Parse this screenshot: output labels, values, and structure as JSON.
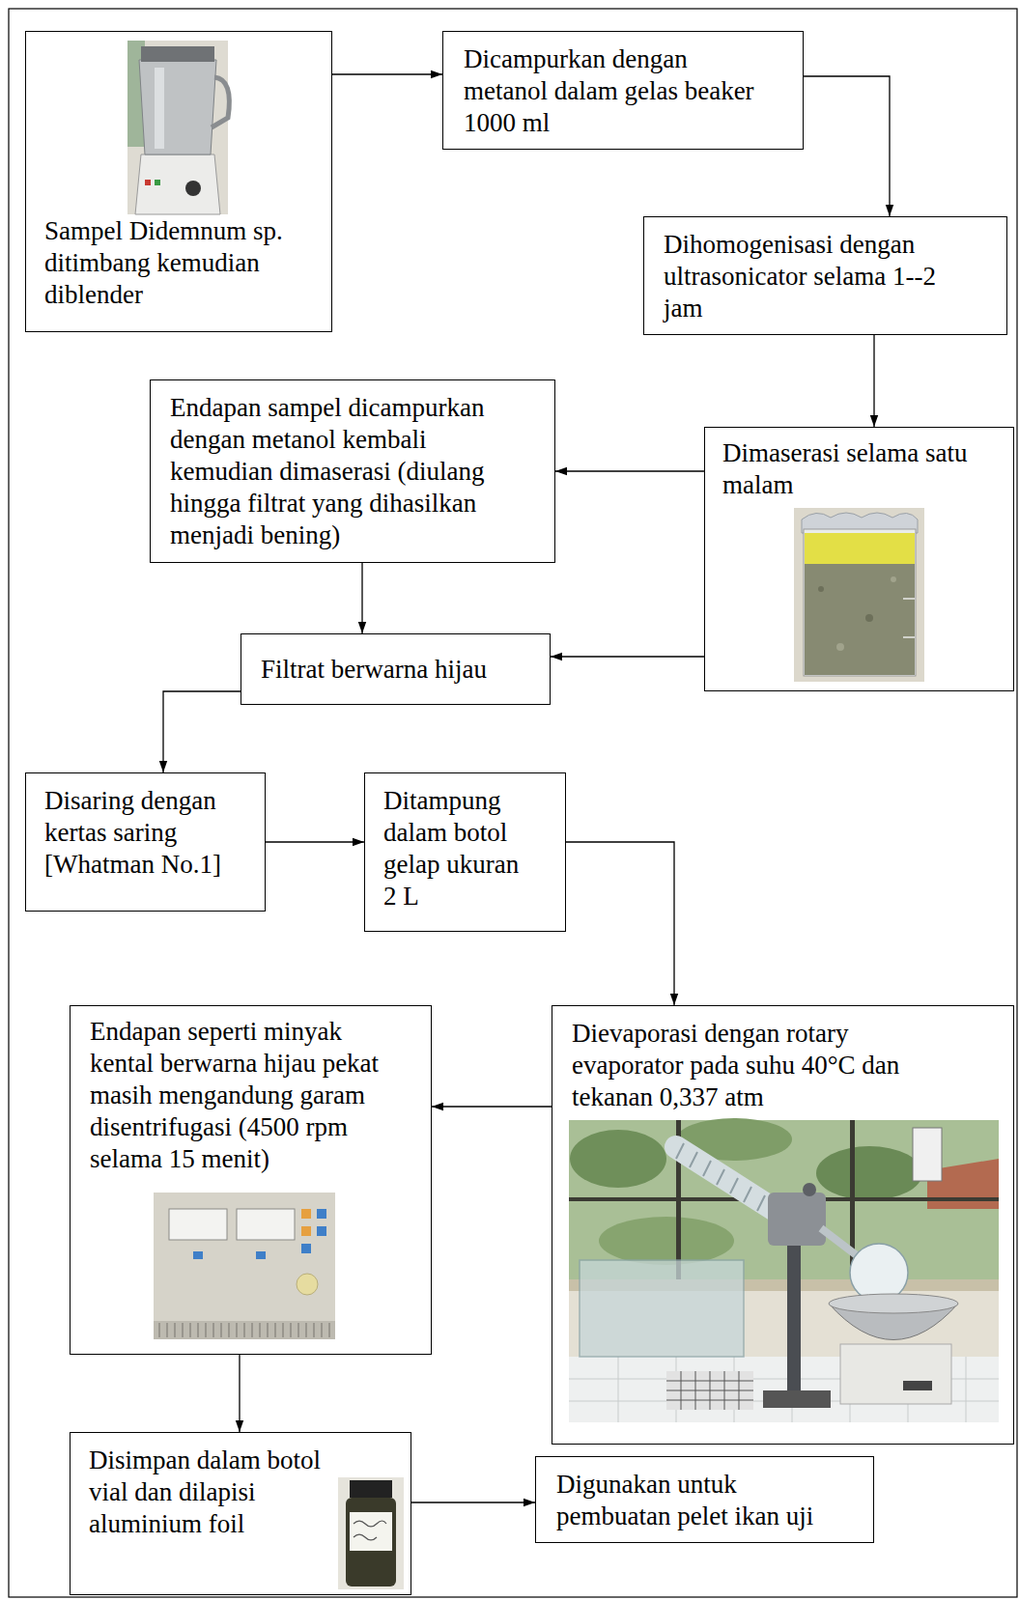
{
  "diagram": {
    "nodes": [
      {
        "text": [
          "Sampel Didemnum sp. ditimbang kemudian diblender"
        ]
      },
      {
        "text": [
          "Dicampurkan dengan metanol dalam gelas beaker 1000 ml"
        ]
      },
      {
        "text": [
          "Dihomogenisasi dengan ultrasonicator selama 1--2 jam"
        ]
      },
      {
        "text": [
          "Endapan sampel dicampurkan dengan metanol kembali kemudian dimaserasi (diulang hingga filtrat yang dihasilkan menjadi bening)"
        ]
      },
      {
        "text": [
          "Dimaserasi selama satu malam"
        ]
      },
      {
        "text": [
          "Filtrat berwarna hijau"
        ]
      },
      {
        "text": [
          "Disaring dengan kertas saring [Whatman No.1]"
        ]
      },
      {
        "text": [
          "Ditampung dalam botol gelap ukuran 2 L"
        ]
      },
      {
        "text": [
          "Endapan seperti minyak kental berwarna hijau pekat masih mengandung garam disentrifugasi (4500 rpm selama 15 menit)"
        ]
      },
      {
        "text": [
          "Dievaporasi dengan rotary evaporator pada suhu 40°C dan tekanan 0,337 atm"
        ]
      },
      {
        "text": [
          "Disimpan dalam botol vial dan dilapisi aluminium foil"
        ]
      },
      {
        "text": [
          "Digunakan untuk pembuatan pelet ikan uji"
        ]
      }
    ],
    "edges": [
      {
        "from": 0,
        "to": 1,
        "arrow": "to"
      },
      {
        "from": 1,
        "to": 2,
        "arrow": "to"
      },
      {
        "from": 2,
        "to": 4,
        "arrow": "to"
      },
      {
        "from": 4,
        "to": 3,
        "arrow": "to"
      },
      {
        "from": 4,
        "to": 5,
        "arrow": "to"
      },
      {
        "from": 3,
        "to": 5,
        "arrow": "to"
      },
      {
        "from": 5,
        "to": 6,
        "arrow": "to"
      },
      {
        "from": 6,
        "to": 7,
        "arrow": "to"
      },
      {
        "from": 7,
        "to": 9,
        "arrow": "to"
      },
      {
        "from": 9,
        "to": 8,
        "arrow": "to"
      },
      {
        "from": 8,
        "to": 10,
        "arrow": "to"
      },
      {
        "from": 10,
        "to": 11,
        "arrow": "to"
      }
    ]
  }
}
